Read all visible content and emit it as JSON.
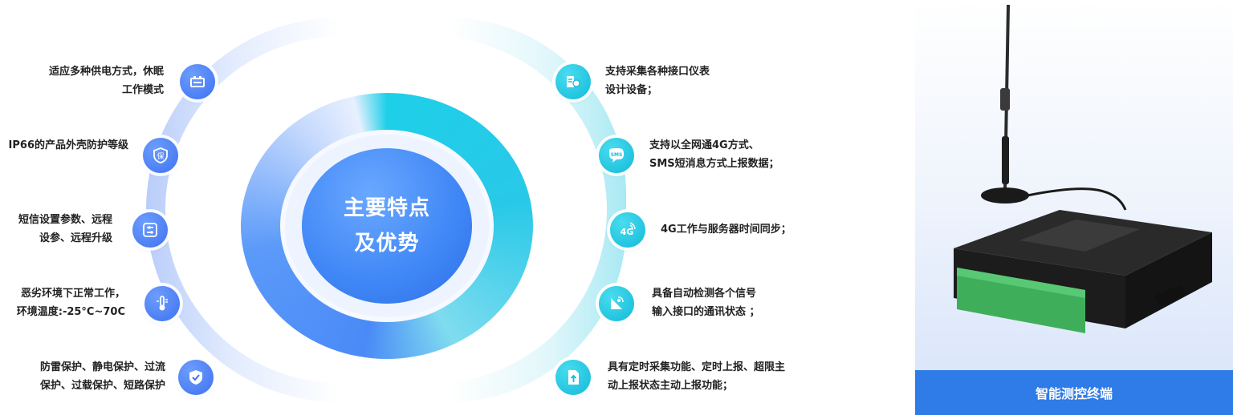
{
  "center": {
    "line1": "主要特点",
    "line2": "及优势"
  },
  "left_features": [
    {
      "icon": "battery-icon",
      "line1": "适应多种供电方式，休眠",
      "line2": "工作模式"
    },
    {
      "icon": "shield-bao-icon",
      "line1": "IP66的产品外壳防护等级",
      "line2": ""
    },
    {
      "icon": "sliders-icon",
      "line1": "短信设置参数、远程",
      "line2": "设参、远程升级"
    },
    {
      "icon": "thermometer-icon",
      "line1": "恶劣环境下正常工作，",
      "line2": "环境温度:-25°C~70C"
    },
    {
      "icon": "shield-check-icon",
      "line1": "防雷保护、静电保护、过流",
      "line2": "保护、过载保护、短路保护"
    }
  ],
  "right_features": [
    {
      "icon": "instrument-icon",
      "line1": "支持采集各种接口仪表",
      "line2": "设计设备；"
    },
    {
      "icon": "sms-icon",
      "icon_text": "SMS",
      "line1": "支持以全网通4G方式、",
      "line2": "SMS短消息方式上报数据；"
    },
    {
      "icon": "4g-icon",
      "icon_text": "4G",
      "line1": "4G工作与服务器时间同步；",
      "line2": ""
    },
    {
      "icon": "satellite-dish-icon",
      "line1": "具备自动检测各个信号",
      "line2": "输入接口的通讯状态 ；"
    },
    {
      "icon": "upload-document-icon",
      "line1": "具有定时采集功能、定时上报、超限主",
      "line2": "动上报状态主动上报功能；"
    }
  ],
  "product": {
    "caption": "智能测控终端"
  },
  "colors": {
    "blue": "#3e72f1",
    "cyan": "#13bad9",
    "caption_bar": "#2f7be7"
  }
}
